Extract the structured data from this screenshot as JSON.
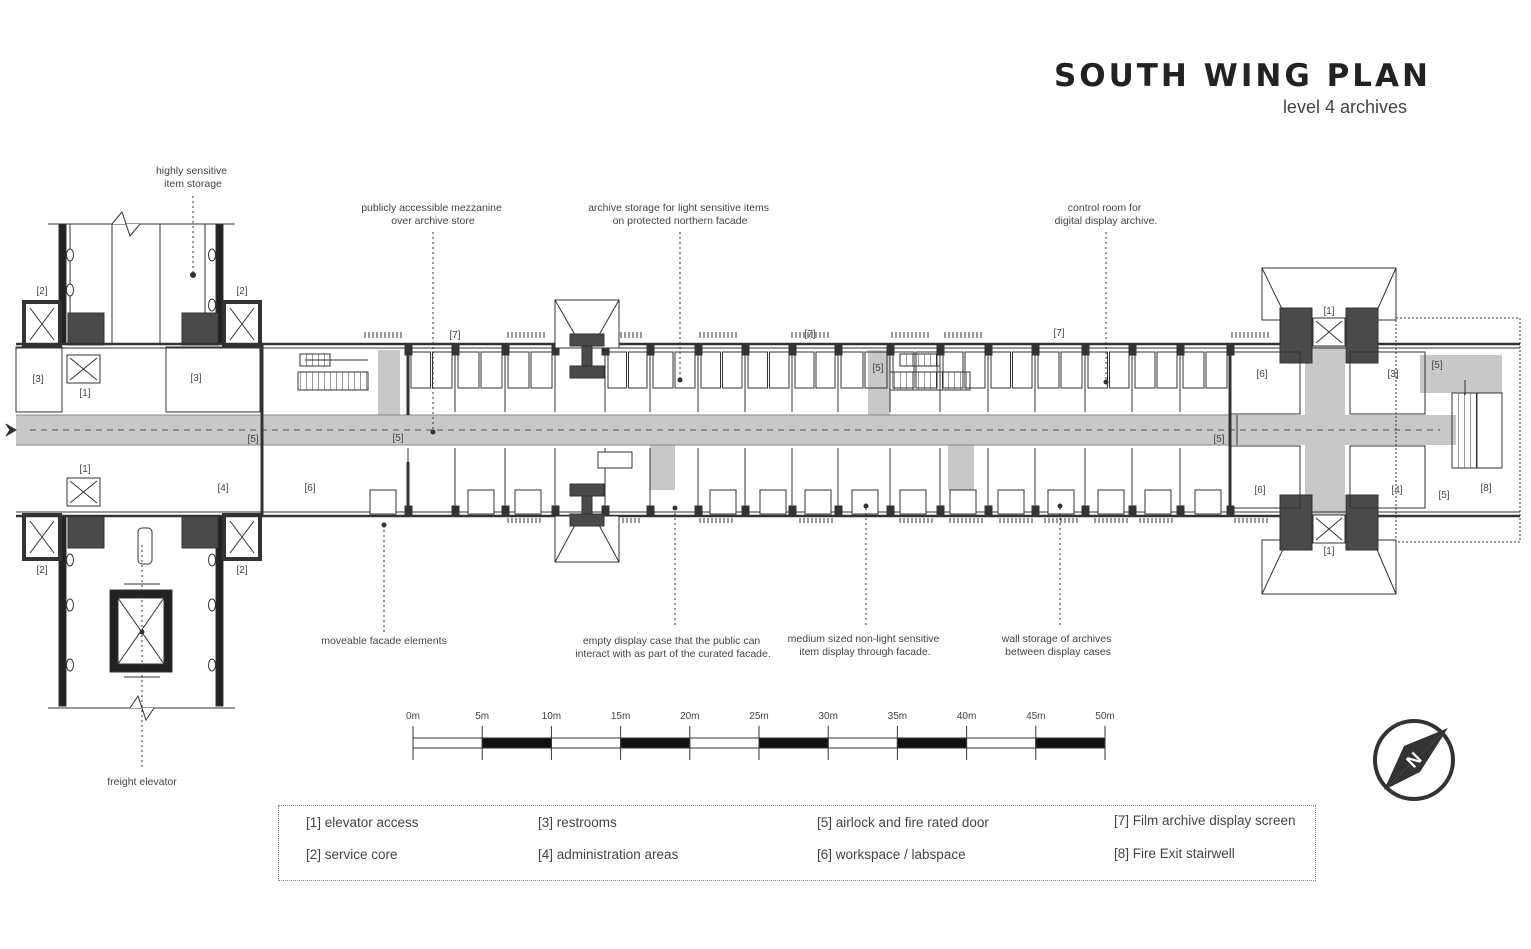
{
  "header": {
    "title": "SOUTH WING PLAN",
    "subtitle": "level 4 archives"
  },
  "annotations": {
    "sensitive_storage": [
      "highly sensitive",
      "item storage"
    ],
    "mezzanine": [
      "publicly accessible mezzanine",
      "over archive store"
    ],
    "archive_light": [
      "archive storage for light sensitive items",
      "on protected northern facade"
    ],
    "control_room": [
      "control room for",
      "digital display archive."
    ],
    "moveable_facade": [
      "moveable facade elements"
    ],
    "empty_case": [
      "empty display case that the public can",
      "interact with as part of the curated facade."
    ],
    "medium_display": [
      "medium sized non-light sensitive",
      "item display through facade."
    ],
    "wall_storage": [
      "wall storage of archives",
      "between display cases"
    ],
    "freight": [
      "freight elevator"
    ]
  },
  "tags": {
    "t1": "[1]",
    "t2": "[2]",
    "t3": "[3]",
    "t4": "[4]",
    "t5": "[5]",
    "t6": "[6]",
    "t7": "[7]",
    "t8": "[8]"
  },
  "scale": {
    "labels": [
      "0m",
      "5m",
      "10m",
      "15m",
      "20m",
      "25m",
      "30m",
      "35m",
      "40m",
      "45m",
      "50m"
    ]
  },
  "compass": {
    "letter": "N"
  },
  "legend": [
    "[1] elevator access",
    "[2] service core",
    "[3]  restrooms",
    "[4] administration areas",
    "[5] airlock and fire rated door",
    "[6] workspace / labspace",
    "[7] Film archive display screen",
    "[8] Fire Exit stairwell"
  ],
  "colors": {
    "wall": "#4a4a4a",
    "corridor": "#c8c8c8",
    "line": "#333333",
    "bg": "#ffffff"
  }
}
